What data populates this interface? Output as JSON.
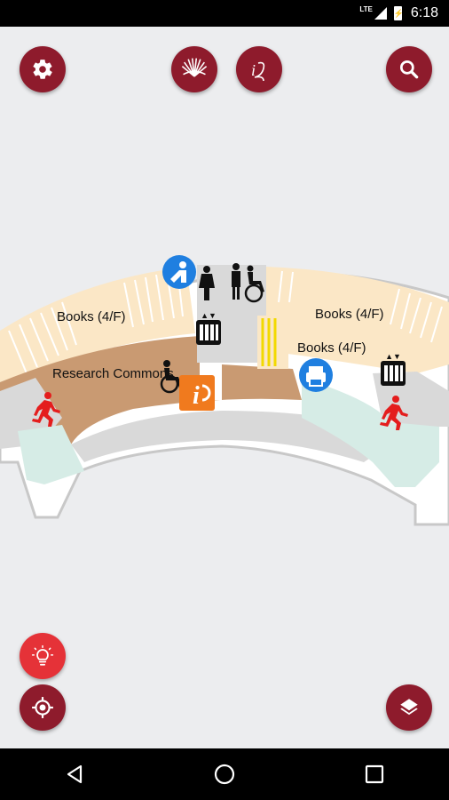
{
  "status_bar": {
    "network": "LTE",
    "time": "6:18"
  },
  "toolbar": {
    "settings": "gear-icon",
    "library_logo": "fan-logo-icon",
    "app_logo": "script-logo-icon",
    "search": "search-icon"
  },
  "map": {
    "labels": {
      "books_left": "Books (4/F)",
      "books_right_top": "Books (4/F)",
      "books_right_bottom": "Books (4/F)",
      "research_commons": "Research Commons"
    },
    "colors": {
      "books": "#fbe7c6",
      "commons": "#c99a72",
      "corridor": "#d9d9d9",
      "green_zone": "#d6ece6",
      "outer": "#ffffff"
    }
  },
  "bottom_controls": {
    "lightbulb": "lightbulb-icon",
    "locate": "locate-icon",
    "layers": "layers-icon"
  },
  "nav_bar": {
    "back": "back-icon",
    "home": "home-icon",
    "recents": "recents-icon"
  }
}
